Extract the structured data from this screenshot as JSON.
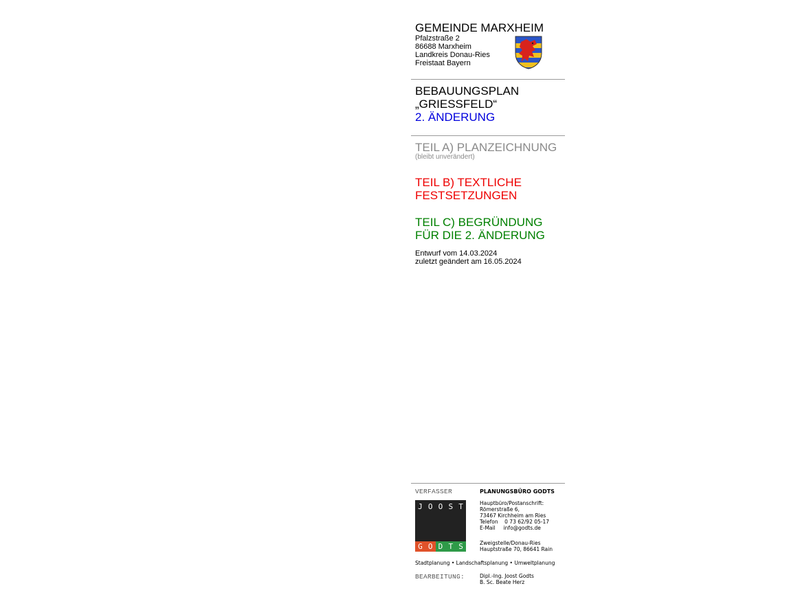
{
  "municipality": {
    "name": "GEMEINDE MARXHEIM",
    "address": [
      "Pfalzstraße 2",
      "86688 Marxheim",
      "Landkreis Donau-Ries",
      "Freistaat Bayern"
    ],
    "crest_icon": "coat-of-arms-red-lion"
  },
  "plan": {
    "line1": "BEBAUUNGSPLAN",
    "line2": "„GRIESSFELD“",
    "line3": "2. ÄNDERUNG",
    "line3_color": "#0000dd"
  },
  "parts": {
    "a_title": "TEIL A) PLANZEICHNUNG",
    "a_note": "(bleibt unverändert)",
    "a_color": "#8a8a8a",
    "b_line1": "TEIL B) TEXTLICHE",
    "b_line2": "FESTSETZUNGEN",
    "b_color": "#ee0000",
    "c_line1": "TEIL C) BEGRÜNDUNG",
    "c_line2": "FÜR DIE 2. ÄNDERUNG",
    "c_color": "#008000"
  },
  "dates": {
    "draft": "Entwurf vom 14.03.2024",
    "changed": "zuletzt geändert am 16.05.2024"
  },
  "author": {
    "label": "VERFASSER",
    "office": "PLANUNGSBÜRO GODTS",
    "logo_top": [
      "J",
      "O",
      "O",
      "S",
      "T"
    ],
    "logo_bottom": [
      "G",
      "O",
      "D",
      "T",
      "S"
    ],
    "logo_bottom_colors": [
      "#e0522a",
      "#e0522a",
      "#2e9a48",
      "#2e9a48",
      "#2e9a48"
    ],
    "main_office": [
      "Hauptbüro/Postanschrift:",
      "Römerstraße 6,",
      "73467 Kirchheim am Ries",
      "Telefon    0 73 62/92 05-17",
      "E-Mail     info@godts.de"
    ],
    "branch_office": [
      "Zweigstelle/Donau-Ries",
      "Hauptstraße 70, 86641 Rain"
    ],
    "services": "Stadtplanung • Landschaftsplanung • Umweltplanung",
    "editing_label": "BEARBEITUNG:",
    "editors": [
      "Dipl.-Ing. Joost Godts",
      "B. Sc. Beate Herz"
    ]
  }
}
